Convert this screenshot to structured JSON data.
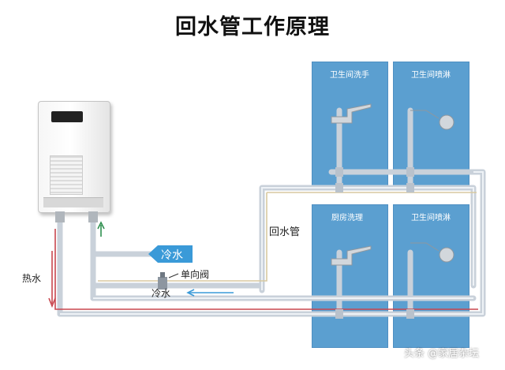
{
  "title": "回水管工作原理",
  "panels": [
    {
      "label": "卫生间洗手"
    },
    {
      "label": "卫生间喷淋"
    },
    {
      "label": "厨房洗理"
    },
    {
      "label": "卫生间喷淋"
    }
  ],
  "labels": {
    "return_pipe": "回水管",
    "cold_water_arrow": "冷水",
    "check_valve": "单向阀",
    "cold_water": "冷水",
    "hot_water": "热水"
  },
  "watermark": "头条 @家居杂坛",
  "colors": {
    "panel": "#5b9fd0",
    "pipe": "#dde3ea",
    "hot_line": "#c8474f",
    "return_line": "#d8c9a0",
    "cold_arrow": "#3a9ad8",
    "green_arrow": "#2f8f4f"
  }
}
